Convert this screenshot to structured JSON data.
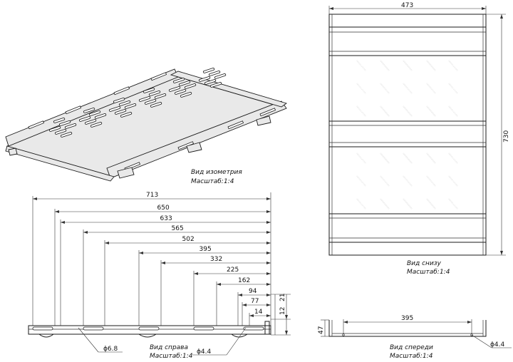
{
  "views": {
    "iso": {
      "title": "Вид изометрия",
      "scale_label": "Масштаб:",
      "scale": "1:4"
    },
    "bottom": {
      "title": "Вид снизу",
      "scale_label": "Масштаб:",
      "scale": "1:4"
    },
    "right": {
      "title": "Вид справа",
      "scale_label": "Масштаб:",
      "scale": "1:4"
    },
    "front": {
      "title": "Вид спереди",
      "scale_label": "Масштаб:",
      "scale": "1:4"
    }
  },
  "dims": {
    "bottom_width": "473",
    "bottom_height": "730",
    "right_side": [
      "713",
      "650",
      "633",
      "565",
      "502",
      "395",
      "332",
      "225",
      "162",
      "94",
      "77",
      "14"
    ],
    "right_small": [
      "21",
      "12"
    ],
    "hole_a": "ϕ6.8",
    "hole_b": "ϕ4.4",
    "front_width": "395",
    "front_height": "47",
    "front_hole": "ϕ4.4"
  }
}
